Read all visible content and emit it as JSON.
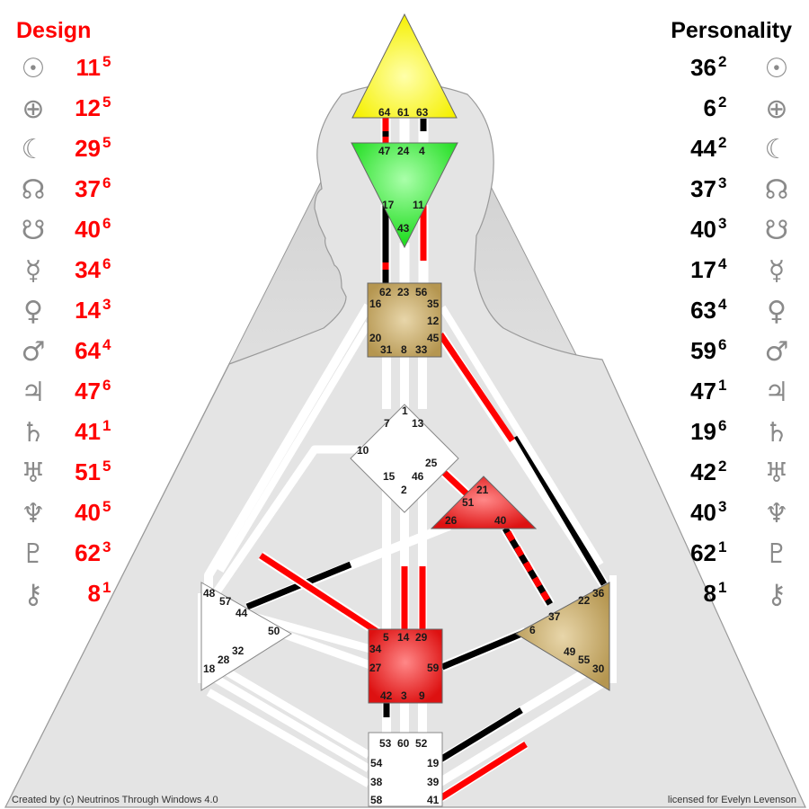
{
  "design": {
    "title": "Design",
    "color": "#ff0000",
    "activations": [
      {
        "icon": "sun-icon",
        "glyph": "☉",
        "gate": "11",
        "line": "5"
      },
      {
        "icon": "earth-icon",
        "glyph": "⊕",
        "gate": "12",
        "line": "5"
      },
      {
        "icon": "moon-icon",
        "glyph": "☾",
        "gate": "29",
        "line": "5"
      },
      {
        "icon": "north-node-icon",
        "glyph": "☊",
        "gate": "37",
        "line": "6"
      },
      {
        "icon": "south-node-icon",
        "glyph": "☋",
        "gate": "40",
        "line": "6"
      },
      {
        "icon": "mercury-icon",
        "glyph": "☿",
        "gate": "34",
        "line": "6"
      },
      {
        "icon": "venus-icon",
        "glyph": "♀",
        "gate": "14",
        "line": "3"
      },
      {
        "icon": "mars-icon",
        "glyph": "♂",
        "gate": "64",
        "line": "4"
      },
      {
        "icon": "jupiter-icon",
        "glyph": "♃",
        "gate": "47",
        "line": "6"
      },
      {
        "icon": "saturn-icon",
        "glyph": "♄",
        "gate": "41",
        "line": "1"
      },
      {
        "icon": "uranus-icon",
        "glyph": "♅",
        "gate": "51",
        "line": "5"
      },
      {
        "icon": "neptune-icon",
        "glyph": "♆",
        "gate": "40",
        "line": "5"
      },
      {
        "icon": "pluto-icon",
        "glyph": "♇",
        "gate": "62",
        "line": "3"
      },
      {
        "icon": "chiron-icon",
        "glyph": "⚷",
        "gate": "8",
        "line": "1"
      }
    ]
  },
  "personality": {
    "title": "Personality",
    "color": "#000000",
    "activations": [
      {
        "icon": "sun-icon",
        "glyph": "☉",
        "gate": "36",
        "line": "2"
      },
      {
        "icon": "earth-icon",
        "glyph": "⊕",
        "gate": "6",
        "line": "2"
      },
      {
        "icon": "moon-icon",
        "glyph": "☾",
        "gate": "44",
        "line": "2"
      },
      {
        "icon": "north-node-icon",
        "glyph": "☊",
        "gate": "37",
        "line": "3"
      },
      {
        "icon": "south-node-icon",
        "glyph": "☋",
        "gate": "40",
        "line": "3"
      },
      {
        "icon": "mercury-icon",
        "glyph": "☿",
        "gate": "17",
        "line": "4"
      },
      {
        "icon": "venus-icon",
        "glyph": "♀",
        "gate": "63",
        "line": "4"
      },
      {
        "icon": "mars-icon",
        "glyph": "♂",
        "gate": "59",
        "line": "6"
      },
      {
        "icon": "jupiter-icon",
        "glyph": "♃",
        "gate": "47",
        "line": "1"
      },
      {
        "icon": "saturn-icon",
        "glyph": "♄",
        "gate": "19",
        "line": "6"
      },
      {
        "icon": "uranus-icon",
        "glyph": "♅",
        "gate": "42",
        "line": "2"
      },
      {
        "icon": "neptune-icon",
        "glyph": "♆",
        "gate": "40",
        "line": "3"
      },
      {
        "icon": "pluto-icon",
        "glyph": "♇",
        "gate": "62",
        "line": "1"
      },
      {
        "icon": "chiron-icon",
        "glyph": "⚷",
        "gate": "8",
        "line": "1"
      }
    ]
  },
  "colors": {
    "design_red": "#ff0000",
    "personality_black": "#000000",
    "head_yellow": "#ffff33",
    "ajna_green": "#33ee33",
    "tan_center": "#c4a366",
    "red_center": "#ee2222",
    "white_center": "#ffffff"
  },
  "centers": {
    "head": {
      "gates": [
        "64",
        "61",
        "63"
      ]
    },
    "ajna": {
      "gates": [
        "47",
        "24",
        "4",
        "17",
        "11",
        "43"
      ]
    },
    "throat": {
      "gates": [
        "62",
        "23",
        "56",
        "16",
        "35",
        "12",
        "20",
        "45",
        "31",
        "8",
        "33"
      ]
    },
    "g": {
      "gates": [
        "1",
        "7",
        "13",
        "10",
        "25",
        "15",
        "46",
        "2"
      ]
    },
    "heart": {
      "gates": [
        "21",
        "51",
        "26",
        "40"
      ]
    },
    "spleen": {
      "gates": [
        "48",
        "57",
        "44",
        "50",
        "32",
        "28",
        "18"
      ]
    },
    "sacral": {
      "gates": [
        "5",
        "14",
        "29",
        "34",
        "27",
        "59",
        "42",
        "3",
        "9"
      ]
    },
    "solar_plexus": {
      "gates": [
        "36",
        "22",
        "37",
        "6",
        "49",
        "55",
        "30"
      ]
    },
    "root": {
      "gates": [
        "53",
        "60",
        "52",
        "54",
        "19",
        "38",
        "39",
        "58",
        "41"
      ]
    }
  },
  "footer": {
    "credit": "Created by (c) Neutrinos Through Windows 4.0",
    "license": "licensed for Evelyn Levenson"
  }
}
